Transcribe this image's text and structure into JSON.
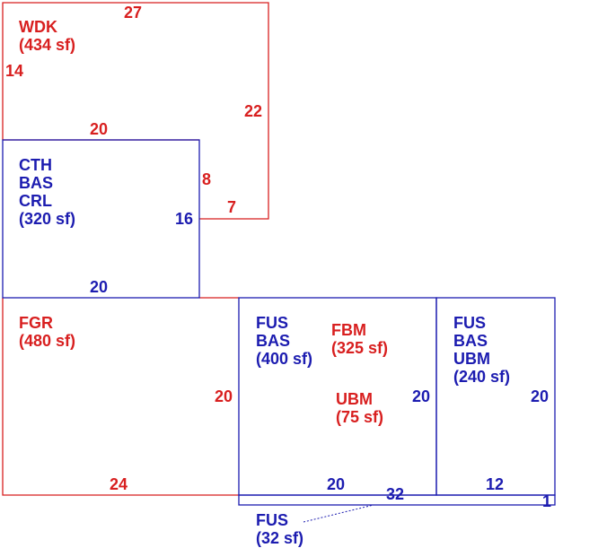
{
  "colors": {
    "red": "#d81f1f",
    "blue": "#1c1cb0"
  },
  "areas": {
    "wdk": {
      "lines": [
        "WDK",
        "(434 sf)"
      ],
      "dims": [
        "27",
        "14",
        "22",
        "20",
        "8",
        "7"
      ]
    },
    "cth": {
      "lines": [
        "CTH",
        "BAS",
        "CRL",
        "(320 sf)"
      ],
      "dims": [
        "16",
        "20"
      ]
    },
    "fgr": {
      "lines": [
        "FGR",
        "(480 sf)"
      ],
      "dims": [
        "20",
        "24"
      ]
    },
    "fus_main": {
      "lines": [
        "FUS",
        "BAS",
        "(400 sf)"
      ],
      "dims": [
        "20",
        "20"
      ]
    },
    "fbm": {
      "lines": [
        "FBM",
        "(325 sf)"
      ]
    },
    "ubm_inner": {
      "lines": [
        "UBM",
        "(75 sf)"
      ]
    },
    "fus_right": {
      "lines": [
        "FUS",
        "BAS",
        "UBM",
        "(240 sf)"
      ],
      "dims": [
        "20",
        "12"
      ]
    },
    "fus_strip": {
      "lines": [
        "FUS",
        "(32 sf)"
      ],
      "dims": [
        "32",
        "1"
      ]
    }
  }
}
